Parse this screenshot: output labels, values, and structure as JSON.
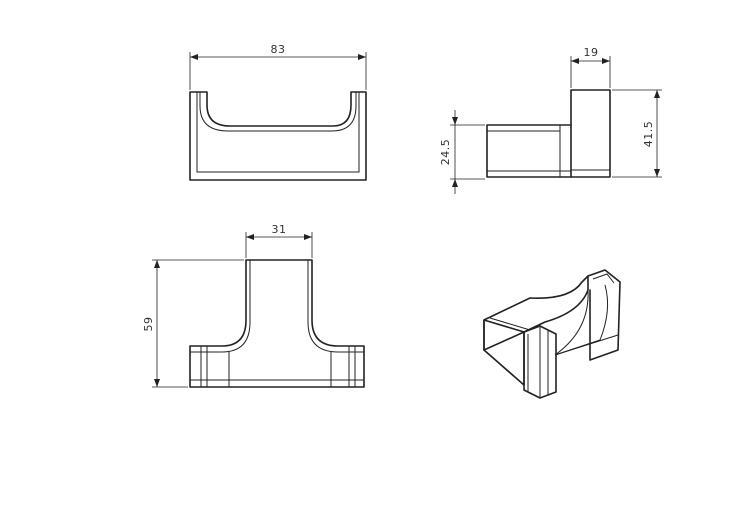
{
  "views": {
    "front": {
      "width_label": "83"
    },
    "side": {
      "depth_label": "19",
      "arm_height_label": "24.5",
      "total_height_label": "41.5"
    },
    "top": {
      "arm_width_label": "31",
      "projection_label": "59"
    },
    "iso": {}
  }
}
